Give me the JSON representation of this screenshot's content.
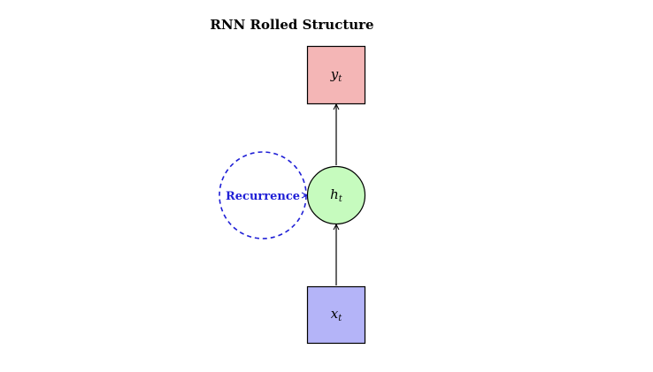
{
  "title": "RNN Rolled Structure",
  "nodes": {
    "output": {
      "base": "y",
      "sub": "t",
      "fill": "#f4b6b6"
    },
    "hidden": {
      "base": "h",
      "sub": "t",
      "fill": "#c6fbbe"
    },
    "input": {
      "base": "x",
      "sub": "t",
      "fill": "#b4b4f8"
    }
  },
  "recurrence": {
    "label": "Recurrence",
    "color": "#1f1fd6"
  },
  "colors": {
    "stroke": "#000000",
    "background": "#ffffff"
  }
}
